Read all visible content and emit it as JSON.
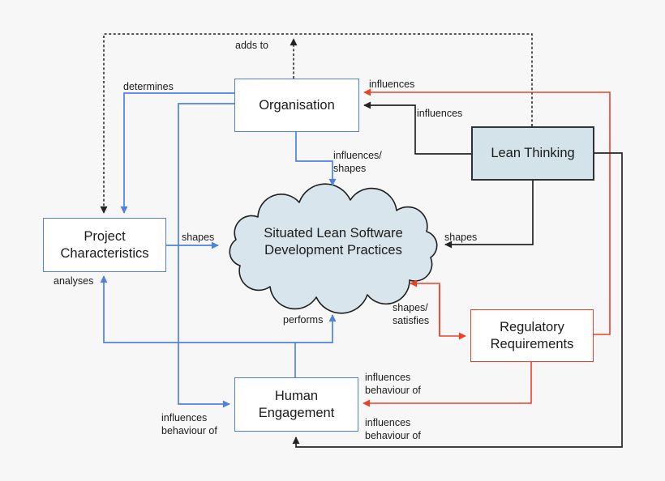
{
  "diagram": {
    "description": "Influence diagram of situated lean software development practices"
  },
  "colors": {
    "background": "#f7f7f7",
    "blue_edge": "#4f82dc",
    "red_edge": "#ea4228",
    "black_edge": "#242424",
    "node_fill": "#ffffff",
    "lean_thinking_fill": "#d4e3ea",
    "cloud_fill": "#d8e5ec",
    "text": "#1b1b1b"
  },
  "nodes": {
    "organisation": {
      "label": "Organisation"
    },
    "lean_thinking": {
      "label": "Lean Thinking"
    },
    "project_characteristics": {
      "line1": "Project",
      "line2": "Characteristics"
    },
    "regulatory_requirements": {
      "line1": "Regulatory",
      "line2": "Requirements"
    },
    "human_engagement": {
      "line1": "Human",
      "line2": "Engagement"
    },
    "practices_cloud": {
      "line1": "Situated Lean Software",
      "line2": "Development Practices"
    }
  },
  "edge_labels": {
    "adds_to": "adds to",
    "determines": "determines",
    "influences_top_red": "influences",
    "influences_top_black": "influences",
    "influences_shapes": {
      "line1": "influences/",
      "line2": "shapes"
    },
    "shapes_left": "shapes",
    "shapes_right": "shapes",
    "analyses": "analyses",
    "performs": "performs",
    "shapes_satisfies": {
      "line1": "shapes/",
      "line2": "satisfies"
    },
    "influences_behaviour_red": {
      "line1": "influences",
      "line2": "behaviour of"
    },
    "influences_behaviour_blue": {
      "line1": "influences",
      "line2": "behaviour of"
    },
    "influences_behaviour_black": {
      "line1": "influences",
      "line2": "behaviour of"
    }
  }
}
